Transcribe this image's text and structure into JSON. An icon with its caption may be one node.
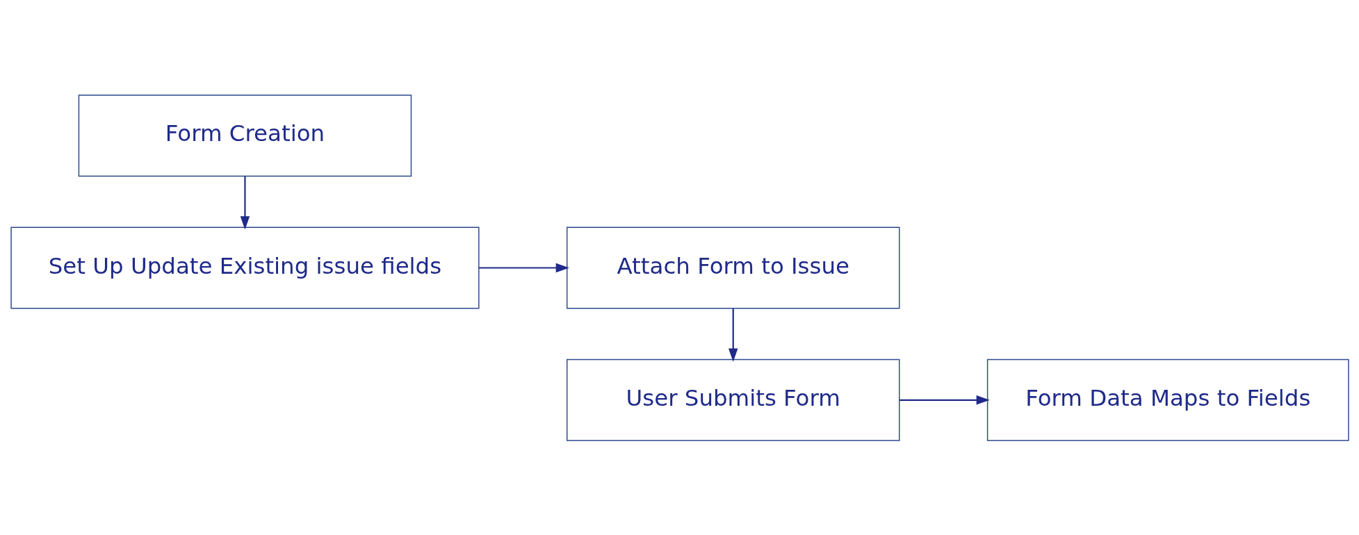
{
  "diagram": {
    "nodes": [
      {
        "text": [
          "Form Creation"
        ]
      },
      {
        "text": [
          "Set Up Update Existing issue fields"
        ]
      },
      {
        "text": [
          "Attach Form to Issue"
        ]
      },
      {
        "text": [
          "User Submits Form"
        ]
      },
      {
        "text": [
          "Form Data Maps to Fields"
        ]
      }
    ],
    "edges": [
      {
        "from": 0,
        "to": 1,
        "arrow": "to"
      },
      {
        "from": 1,
        "to": 2,
        "arrow": "to"
      },
      {
        "from": 2,
        "to": 3,
        "arrow": "to"
      },
      {
        "from": 3,
        "to": 4,
        "arrow": "to"
      }
    ]
  }
}
